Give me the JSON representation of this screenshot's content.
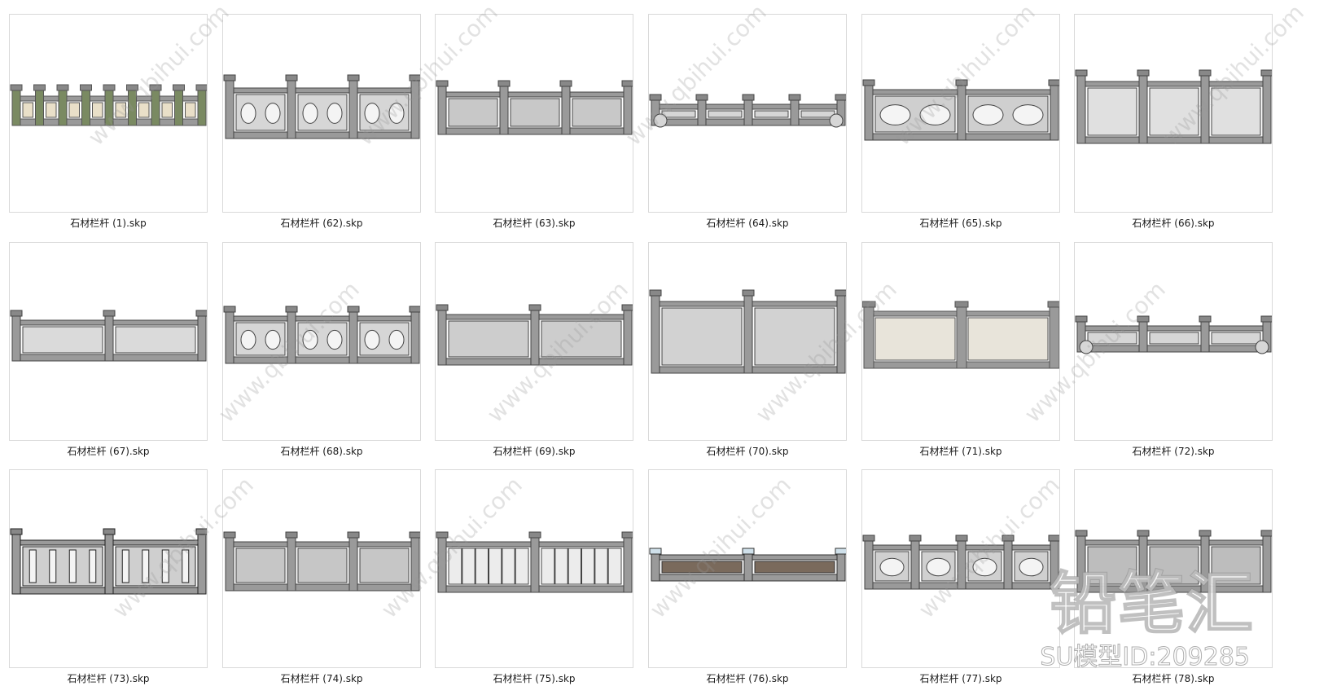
{
  "files": [
    {
      "name": "石材栏杆 (1).skp",
      "style": "colored"
    },
    {
      "name": "石材栏杆 (62).skp",
      "style": "diamond"
    },
    {
      "name": "石材栏杆 (63).skp",
      "style": "lattice"
    },
    {
      "name": "石材栏杆 (64).skp",
      "style": "scroll"
    },
    {
      "name": "石材栏杆 (65).skp",
      "style": "octagon"
    },
    {
      "name": "石材栏杆 (66).skp",
      "style": "carved"
    },
    {
      "name": "石材栏杆 (67).skp",
      "style": "slim"
    },
    {
      "name": "石材栏杆 (68).skp",
      "style": "oval"
    },
    {
      "name": "石材栏杆 (69).skp",
      "style": "arch"
    },
    {
      "name": "石材栏杆 (70).skp",
      "style": "tall"
    },
    {
      "name": "石材栏杆 (71).skp",
      "style": "pillars"
    },
    {
      "name": "石材栏杆 (72).skp",
      "style": "scroll2"
    },
    {
      "name": "石材栏杆 (73).skp",
      "style": "vase"
    },
    {
      "name": "石材栏杆 (74).skp",
      "style": "ornate"
    },
    {
      "name": "石材栏杆 (75).skp",
      "style": "bars"
    },
    {
      "name": "石材栏杆 (76).skp",
      "style": "brown"
    },
    {
      "name": "石材栏杆 (77).skp",
      "style": "panel"
    },
    {
      "name": "石材栏杆 (78).skp",
      "style": "granite"
    }
  ],
  "watermark": {
    "url": "www.qbihui.com",
    "brand": "铅笔汇",
    "model_id": "SU模型ID:209285"
  }
}
